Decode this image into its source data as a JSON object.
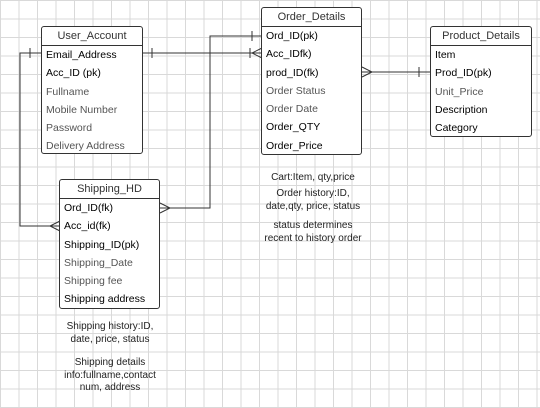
{
  "entities": {
    "user_account": {
      "title": "User_Account",
      "fields": [
        "Email_Address",
        "Acc_ID (pk)",
        "Fullname",
        "Mobile Number",
        "Password",
        "Delivery Address"
      ]
    },
    "order_details": {
      "title": "Order_Details",
      "fields": [
        "Ord_ID(pk)",
        "Acc_IDfk)",
        "prod_ID(fk)",
        "Order Status",
        "Order Date",
        "Order_QTY",
        "Order_Price"
      ]
    },
    "product_details": {
      "title": "Product_Details",
      "fields": [
        "Item",
        "Prod_ID(pk)",
        "Unit_Price",
        "Description",
        "Category"
      ]
    },
    "shipping_hd": {
      "title": "Shipping_HD",
      "fields": [
        "Ord_ID(fk)",
        "Acc_id(fk)",
        "Shipping_ID(pk)",
        "Shipping_Date",
        "Shipping fee",
        "Shipping address"
      ]
    }
  },
  "notes": {
    "order_note_1": "Cart:Item, qty,price",
    "order_note_2": "Order history:ID,\ndate,qty, price, status",
    "order_note_3": "status determines\nrecent to history order",
    "shipping_note_1": "Shipping history:ID,\ndate, price, status",
    "shipping_note_2": "Shipping details\ninfo:fullname,contact\nnum, address"
  },
  "colors": {
    "line": "#333333",
    "grid": "#d9d9d9",
    "box_border": "#333333"
  }
}
